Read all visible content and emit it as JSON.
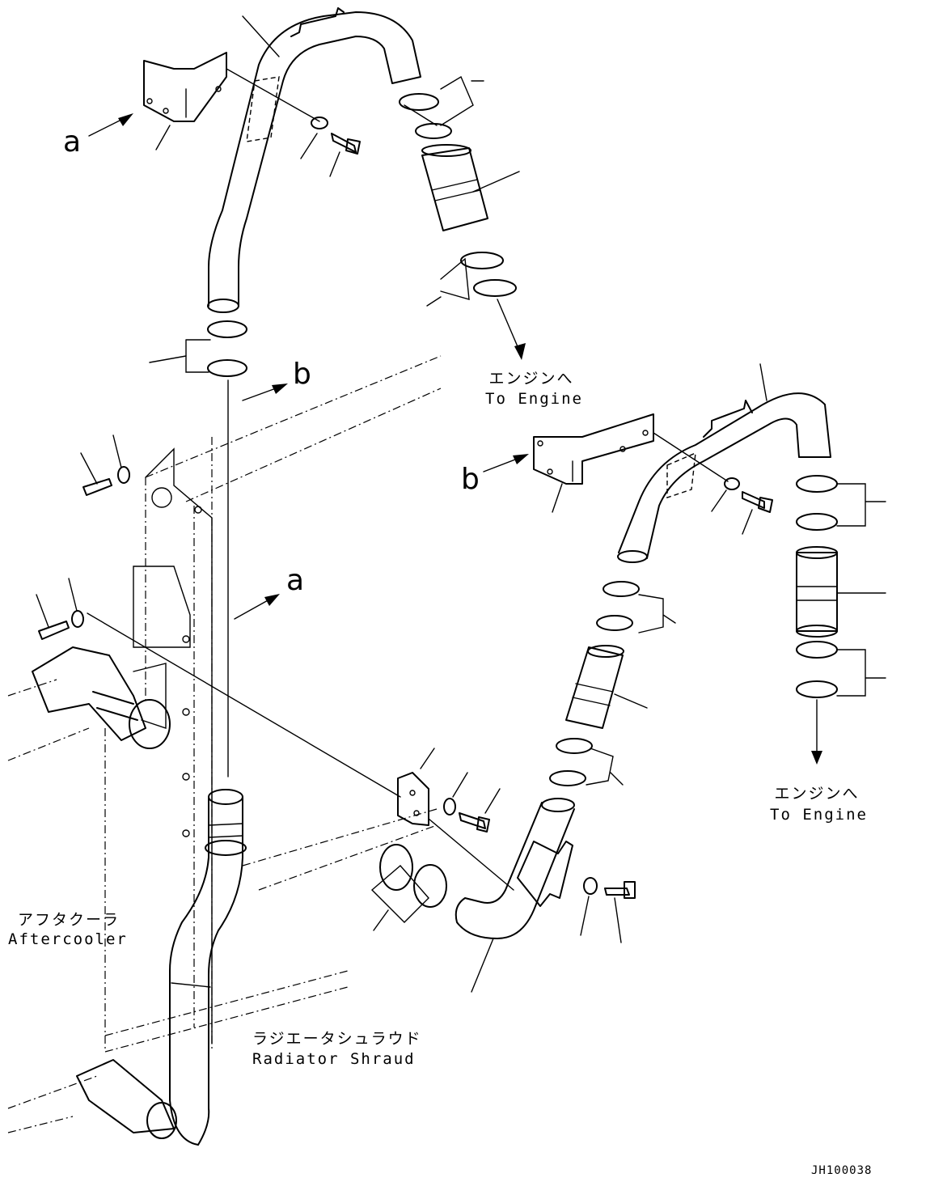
{
  "labels": {
    "view_a": "a",
    "view_b": "b",
    "engine_jp": "エンジンへ",
    "engine_en": "To Engine",
    "aftercooler_jp": "アフタクーラ",
    "aftercooler_en": "Aftercooler",
    "shroud_jp": "ラジエータシュラウド",
    "shroud_en": "Radiator Shraud",
    "drawing_no": "JH100038"
  }
}
